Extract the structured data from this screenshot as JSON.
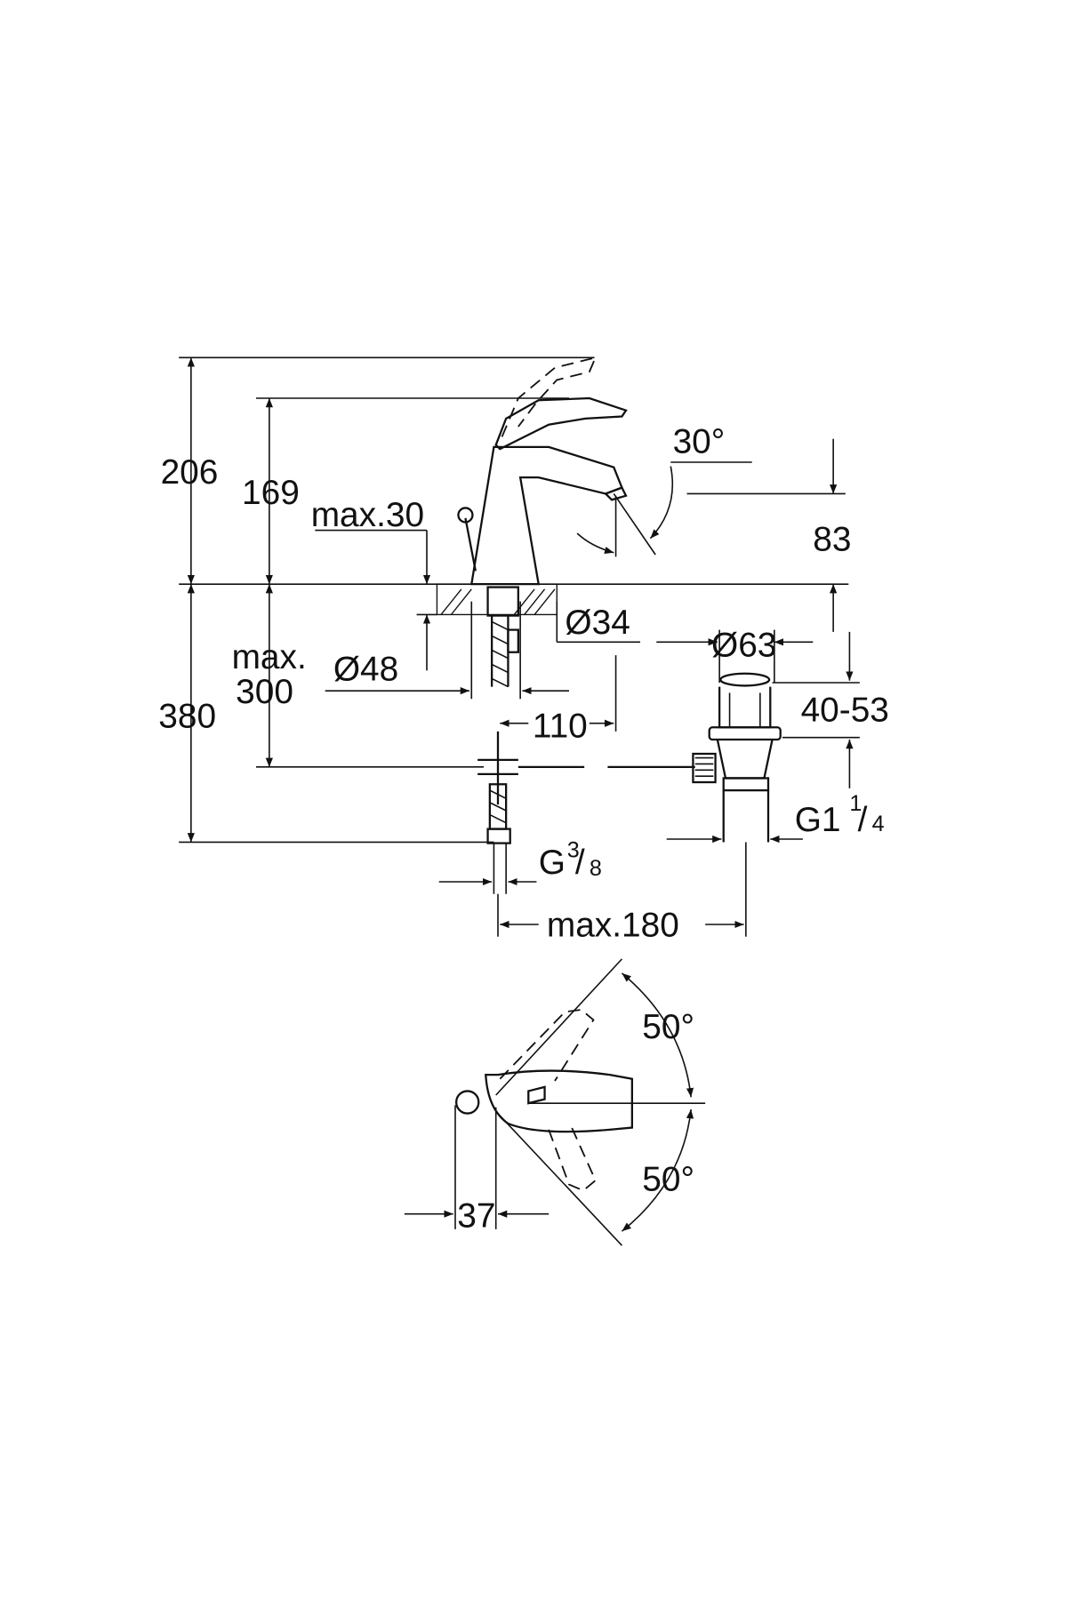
{
  "dimensions": {
    "total_height": "206",
    "spout_height": "169",
    "max_deck_thickness": "max.30",
    "spout_angle": "30°",
    "outlet_height": "83",
    "hole_diameter": "Ø34",
    "base_diameter": "Ø48",
    "waste_diameter": "Ø63",
    "max_hose_label_1": "max.",
    "max_hose_label_2": "300",
    "below_deck_height": "380",
    "projection": "110",
    "waste_range": "40-53",
    "waste_thread": "G1",
    "waste_thread_num": "1",
    "waste_thread_den": "4",
    "supply_thread": "G",
    "supply_thread_num": "3",
    "supply_thread_den": "8",
    "max_waste_distance": "max.180",
    "swivel_angle_upper": "50°",
    "swivel_angle_lower": "50°",
    "lever_offset": "37"
  }
}
